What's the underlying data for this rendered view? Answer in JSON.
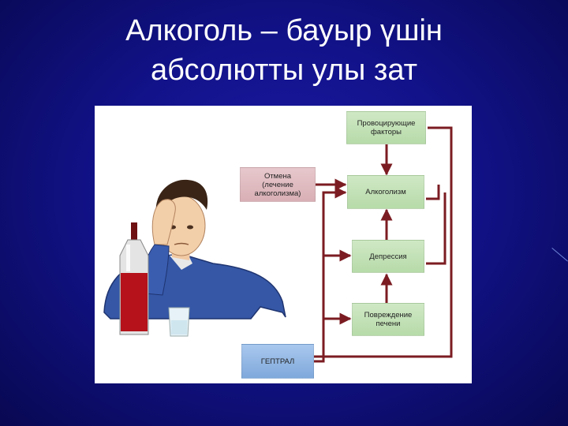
{
  "slide": {
    "title_line1": "Алкоголь – бауыр үшін",
    "title_line2": "абсолютты улы зат"
  },
  "diagram": {
    "boxes": {
      "provoking_factors": [
        "Провоцирующие",
        "факторы"
      ],
      "withdrawal": [
        "Отмена",
        "(лечение",
        "алкоголизма)"
      ],
      "alcoholism": "Алкоголизм",
      "depression": "Депрессия",
      "liver_damage": [
        "Повреждение",
        "печени"
      ],
      "heptral": "ГЕПТРАЛ"
    },
    "colors": {
      "arrow": "#7b1c22",
      "green_box": "#c4e0b8",
      "pink_box": "#dcb4ba",
      "blue_box": "#8fb4e3"
    }
  },
  "illustration": {
    "subject": "man-holding-head-with-bottle-and-glass"
  }
}
